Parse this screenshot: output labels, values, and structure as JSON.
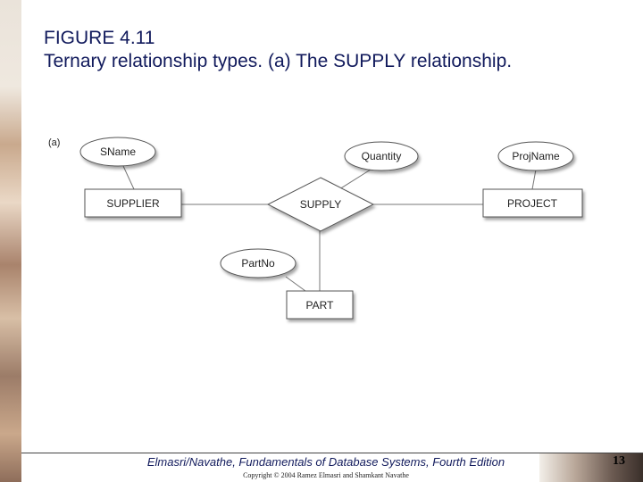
{
  "title": {
    "line1": "FIGURE 4.11",
    "line2": "Ternary relationship types. (a) The SUPPLY relationship."
  },
  "diagram": {
    "part_label": "(a)",
    "entities": {
      "supplier": "SUPPLIER",
      "project": "PROJECT",
      "part": "PART"
    },
    "relationship": "SUPPLY",
    "attributes": {
      "sname": "SName",
      "quantity": "Quantity",
      "projname": "ProjName",
      "partno": "PartNo"
    }
  },
  "footer": {
    "text": "Elmasri/Navathe, Fundamentals of Database Systems, Fourth Edition",
    "copyright": "Copyright © 2004 Ramez Elmasri and Shamkant Navathe",
    "page_number": "13"
  }
}
